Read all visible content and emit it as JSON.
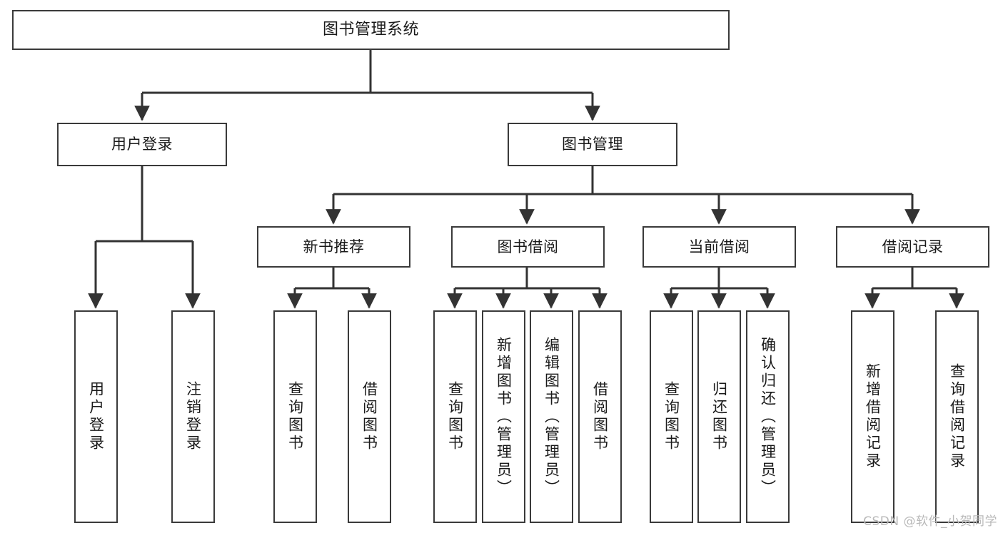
{
  "diagram": {
    "title": "图书管理系统",
    "watermark": "CSDN @软件_小贺同学",
    "colors": {
      "node_border": "#3a3a3a",
      "node_fill": "#ffffff",
      "edge": "#333333",
      "text": "#1a1a1a",
      "watermark": "#b9b9b9",
      "background": "#ffffff"
    },
    "nodes": {
      "root": {
        "label": "图书管理系统"
      },
      "level2": [
        {
          "id": "user-login",
          "label": "用户登录"
        },
        {
          "id": "book-manage",
          "label": "图书管理"
        }
      ],
      "level3": [
        {
          "id": "new-book-rec",
          "label": "新书推荐"
        },
        {
          "id": "book-borrow",
          "label": "图书借阅"
        },
        {
          "id": "current-borrow",
          "label": "当前借阅"
        },
        {
          "id": "borrow-record",
          "label": "借阅记录"
        }
      ],
      "leaves": {
        "user_login": [
          {
            "id": "leaf-user-login",
            "label": "用户登录"
          },
          {
            "id": "leaf-user-logout",
            "label": "注销登录"
          }
        ],
        "new_book_rec": [
          {
            "id": "leaf-query-book-1",
            "label": "查询图书"
          },
          {
            "id": "leaf-borrow-book-1",
            "label": "借阅图书"
          }
        ],
        "book_borrow": [
          {
            "id": "leaf-query-book-2",
            "label": "查询图书"
          },
          {
            "id": "leaf-add-book",
            "label": "新增图书（管理员）"
          },
          {
            "id": "leaf-edit-book",
            "label": "编辑图书（管理员）"
          },
          {
            "id": "leaf-borrow-book-2",
            "label": "借阅图书"
          }
        ],
        "current_borrow": [
          {
            "id": "leaf-query-book-3",
            "label": "查询图书"
          },
          {
            "id": "leaf-return-book",
            "label": "归还图书"
          },
          {
            "id": "leaf-confirm-return",
            "label": "确认归还（管理员）"
          }
        ],
        "borrow_record": [
          {
            "id": "leaf-add-record",
            "label": "新增借阅记录"
          },
          {
            "id": "leaf-query-record",
            "label": "查询借阅记录"
          }
        ]
      }
    }
  },
  "chart_data": {
    "type": "tree-diagram",
    "title": "图书管理系统",
    "orientation": "top-down",
    "edge_style": "orthogonal-with-arrowheads",
    "tree": {
      "label": "图书管理系统",
      "children": [
        {
          "label": "用户登录",
          "children": [
            {
              "label": "用户登录"
            },
            {
              "label": "注销登录"
            }
          ]
        },
        {
          "label": "图书管理",
          "children": [
            {
              "label": "新书推荐",
              "children": [
                {
                  "label": "查询图书"
                },
                {
                  "label": "借阅图书"
                }
              ]
            },
            {
              "label": "图书借阅",
              "children": [
                {
                  "label": "查询图书"
                },
                {
                  "label": "新增图书（管理员）"
                },
                {
                  "label": "编辑图书（管理员）"
                },
                {
                  "label": "借阅图书"
                }
              ]
            },
            {
              "label": "当前借阅",
              "children": [
                {
                  "label": "查询图书"
                },
                {
                  "label": "归还图书"
                },
                {
                  "label": "确认归还（管理员）"
                }
              ]
            },
            {
              "label": "借阅记录",
              "children": [
                {
                  "label": "新增借阅记录"
                },
                {
                  "label": "查询借阅记录"
                }
              ]
            }
          ]
        }
      ]
    }
  }
}
